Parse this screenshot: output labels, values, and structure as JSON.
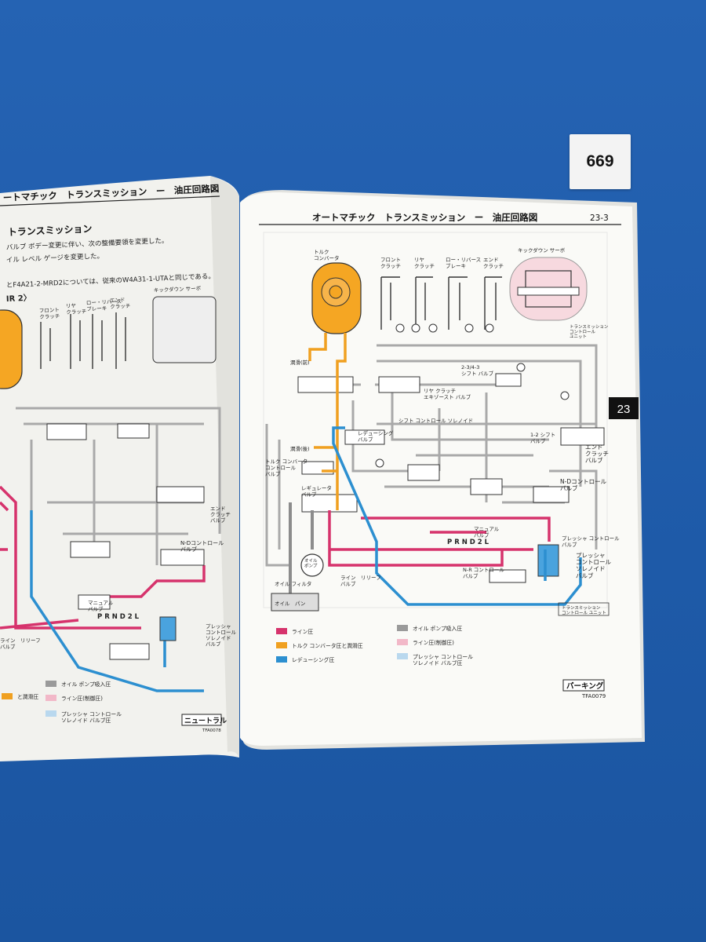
{
  "lot_tag": "669",
  "right_page": {
    "header_title": "オートマチック　トランスミッション　ー　油圧回路図",
    "page_number": "23-3",
    "chapter_tab": "23",
    "component_labels": {
      "torque_converter": "トルク\nコンバータ",
      "front_clutch": "フロント\nクラッチ",
      "rear_clutch": "リヤ\nクラッチ",
      "low_reverse_brake": "ロー・リバース\nブレーキ",
      "end_clutch": "エンド\nクラッチ",
      "kickdown_servo": "キックダウン サーボ",
      "tm_control_unit": "トランスミッション\nコントロール\nユニット",
      "lube_front": "潤滑(前)",
      "lube_rear": "潤滑(後)",
      "shift_valve_23": "2-3/4-3\nシフト バルブ",
      "rear_clutch_exhaust": "リヤ クラッチ\nエキゾースト バルブ",
      "regulating_valve": "レデューシング\nバルブ",
      "shift_control_solenoid": "シフト コントロール ソレノイド",
      "tc_control_valve": "トルク コンバータ\nコントロール\nバルブ",
      "regulator_valve": "レギュレータ\nバルブ",
      "shift_valve_12": "1-2 シフト\nバルブ",
      "end_clutch_valve": "エンド\nクラッチ\nバルブ",
      "nd_control_valve": "N-Dコントロール\nバルブ",
      "manual_valve": "マニュアル\nバルブ",
      "prnd": "P R N D 2 L",
      "oil_pump": "オイル\nポンプ",
      "oil_filter": "オイル フィルタ",
      "oil_pan": "オイル　パン",
      "line_relief": "ライン　リリーフ\nバルブ",
      "nr_control": "N-R コントロール\nバルブ",
      "pressure_control_valve": "プレッシャ コントロール\nバルブ",
      "pressure_control_solenoid": "プレッシャ\nコントロール\nソレノイド\nバルブ",
      "tm_control_unit_bottom": "トランスミッション\nコントロール ユニット"
    },
    "legend": [
      {
        "label": "ライン圧",
        "color": "#d6336c"
      },
      {
        "label": "トルク コンバータ圧と潤滑圧",
        "color": "#f0a020"
      },
      {
        "label": "レデューシング圧",
        "color": "#2c8fd0"
      },
      {
        "label": "オイル ポンプ吸入圧",
        "color": "#9a9a9a"
      },
      {
        "label": "ライン圧(制御圧)",
        "color": "#f2b8c8"
      },
      {
        "label": "プレッシャ コントロール\nソレノイド バルブ圧",
        "color": "#b9d8ee"
      }
    ],
    "mode_box": "パーキング",
    "figure_code": "TFA0079"
  },
  "left_page": {
    "header_title": "ートマチック　トランスミッション　ー　油圧回路図",
    "section_title": "トランスミッション",
    "body_lines": [
      "バルブ ボデー変更に伴い、次の整備要領を変更した。",
      "イル レベル ゲージを変更した。",
      "とF4A21-2-MRD2については、従来のW4A31-1-UTAと同じである。",
      "IR 2〉"
    ],
    "component_labels": {
      "front_clutch": "フロント\nクラッチ",
      "rear_clutch": "リヤ\nクラッチ",
      "low_reverse_brake": "ロー・リバース\nブレーキ",
      "end_clutch": "エンド\nクラッチ",
      "kickdown_servo": "キックダウン サーボ",
      "nd_control_valve": "N-Dコントロール\nバルブ",
      "end_clutch_valve": "エンド\nクラッチ\nバルブ",
      "manual_valve": "マニュアル\nバルブ",
      "prnd": "P R N D 2 L",
      "line_relief": "ライン　リリーフ\nバルブ",
      "pressure_control_solenoid": "プレッシャ\nコントロール\nソレノイド\nバルブ"
    },
    "legend": [
      {
        "label": "オイル ポンプ吸入圧",
        "color": "#9a9a9a"
      },
      {
        "label": "と潤滑圧",
        "color": "#f0a020"
      },
      {
        "label": "ライン圧(制御圧)",
        "color": "#f2b8c8"
      },
      {
        "label": "プレッシャ コントロール\nソレノイド バルブ圧",
        "color": "#b9d8ee"
      }
    ],
    "mode_box": "ニュートラル",
    "figure_code": "TFA0078"
  }
}
